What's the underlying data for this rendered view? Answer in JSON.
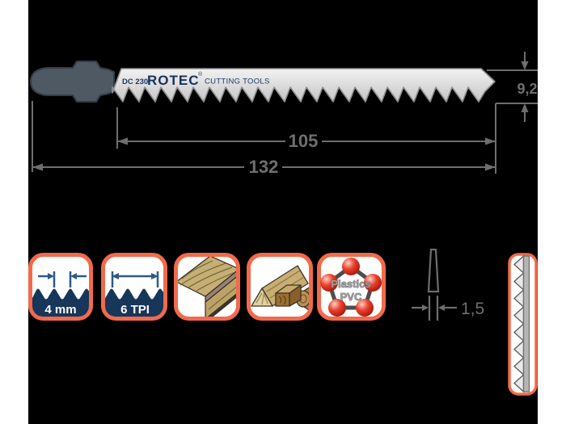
{
  "product": {
    "model": "DC 230",
    "brand": "ROTEC",
    "registered_mark": "®",
    "tagline": "CUTTING TOOLS"
  },
  "dimensions": {
    "blade_height": "9,2",
    "working_length": "105",
    "total_length": "132",
    "thickness": "1,5"
  },
  "spec_icons": {
    "tooth_pitch_label": "4 mm",
    "tpi_label": "6 TPI",
    "plastics_line1": "Plastics",
    "plastics_line2": "PVC"
  },
  "colors": {
    "accent_orange": "#f26a4b",
    "navy": "#163a5e",
    "dimension_gray": "#6e6e6e",
    "shank_gray": "#4e5963",
    "sphere_red": "#d62b1c"
  }
}
